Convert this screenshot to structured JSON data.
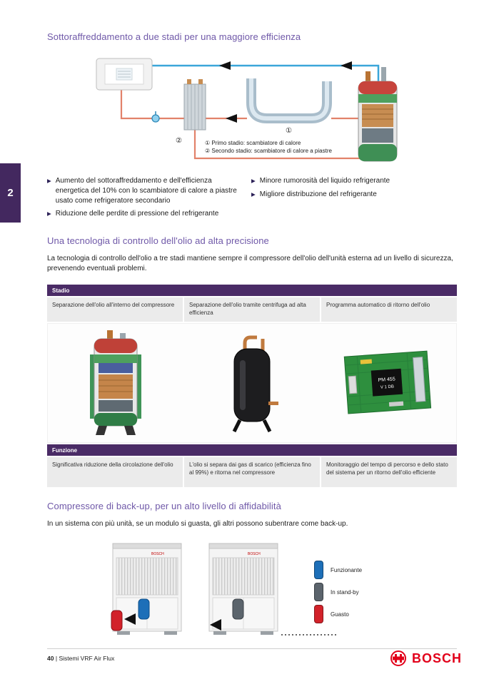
{
  "chapter_tab": "2",
  "colors": {
    "heading": "#6f58a8",
    "table_header_bg": "#4a2b66",
    "tab_bg": "#43285f",
    "bosch_red": "#e2001a"
  },
  "section_subcooling": {
    "heading": "Sottoraffreddamento a due stadi per una maggiore efficienza",
    "diagram": {
      "marker1": "①",
      "marker2": "②",
      "legend_line1": "① Primo stadio: scambiatore di calore",
      "legend_line2": "② Secondo stadio: scambiatore di calore a piastre"
    },
    "bullets_left": [
      "Aumento del sottoraffreddamento e dell'efficienza energetica del 10% con lo scambiatore di calore a piastre usato come refrigeratore secondario",
      "Riduzione delle perdite di pressione del refrigerante"
    ],
    "bullets_right": [
      "Minore rumorosità del liquido refrigerante",
      "Migliore distribuzione del refrigerante"
    ]
  },
  "section_oil_control": {
    "heading": "Una tecnologia di controllo dell'olio ad alta precisione",
    "intro": "La tecnologia di controllo dell'olio a tre stadi mantiene sempre il compressore dell'olio dell'unità esterna ad un livello di sicurezza, prevenendo eventuali problemi.",
    "table": {
      "stage_header": "Stadio",
      "stage_cells": [
        "Separazione dell'olio all'interno del compressore",
        "Separazione dell'olio tramite centrifuga ad alta efficienza",
        "Programma automatico di ritorno dell'olio"
      ],
      "function_header": "Funzione",
      "function_cells": [
        "Significativa riduzione della circolazione dell'olio",
        "L'olio si separa dai gas di scarico (efficienza fino al 99%) e ritorna nel compressore",
        "Monitoraggio del tempo di percorso e dello stato del sistema per un ritorno dell'olio efficiente"
      ],
      "pcb_label_line1": "PM 455",
      "pcb_label_line2": "V 1 DB"
    }
  },
  "section_backup": {
    "heading": "Compressore di back-up, per un alto livello di affidabilità",
    "intro": "In un sistema con più unità, se un modulo si guasta, gli altri possono subentrare come back-up.",
    "unit_brand": "BOSCH",
    "legend": [
      {
        "label": "Funzionante",
        "color": "#1d6fb8"
      },
      {
        "label": "In stand-by",
        "color": "#5b646c"
      },
      {
        "label": "Guasto",
        "color": "#d2222a"
      }
    ]
  },
  "footer": {
    "page_number": "40",
    "separator": "|",
    "text": "Sistemi VRF Air Flux",
    "brand": "BOSCH"
  }
}
